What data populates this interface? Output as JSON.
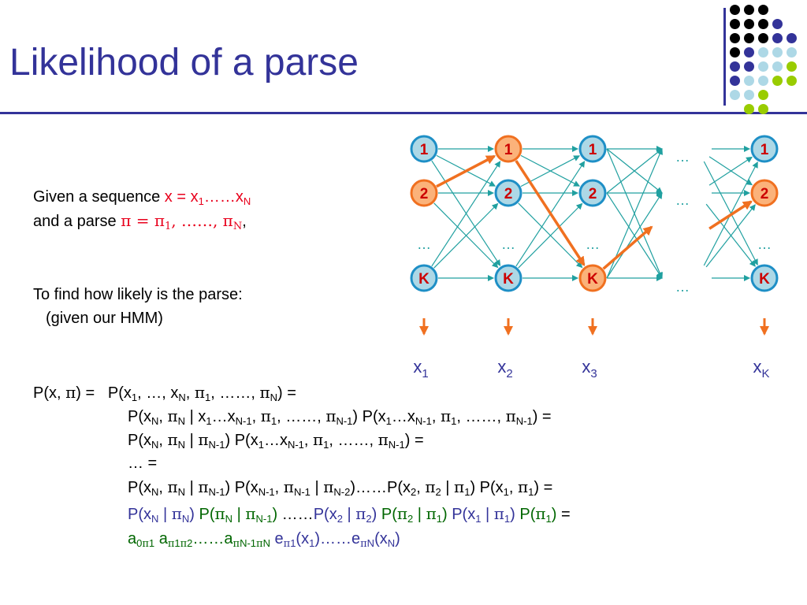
{
  "title": "Likelihood of a parse",
  "colors": {
    "title": "#333399",
    "node_fill": "#add8e6",
    "node_stroke": "#1e8fc6",
    "highlight_fill": "#fbb27a",
    "highlight_stroke": "#f07020",
    "path": "#f07020",
    "edge": "#20a0a0",
    "dot_black": "#000000",
    "dot_navy": "#333399",
    "dot_lightblue": "#add8e6",
    "dot_green": "#99cc00"
  },
  "intro": {
    "line1_prefix": "Given a sequence ",
    "x_var": "x = x",
    "x_sub1": "1",
    "x_dots": "……x",
    "x_subN": "N",
    "line2_prefix": "and a parse ",
    "pi_eq": "π = π",
    "pi_sub1": "1",
    "pi_dots": ", ……, π",
    "pi_subN": "N",
    "comma": ","
  },
  "task": {
    "line1": "To find how likely is the parse:",
    "line2": "(given our HMM)"
  },
  "trellis": {
    "states": [
      "1",
      "2",
      "…",
      "K"
    ],
    "ellipsis": "…",
    "obs_labels": [
      {
        "base": "x",
        "sub": "1"
      },
      {
        "base": "x",
        "sub": "2"
      },
      {
        "base": "x",
        "sub": "3"
      },
      {
        "base": "x",
        "sub": "K"
      }
    ]
  }
}
